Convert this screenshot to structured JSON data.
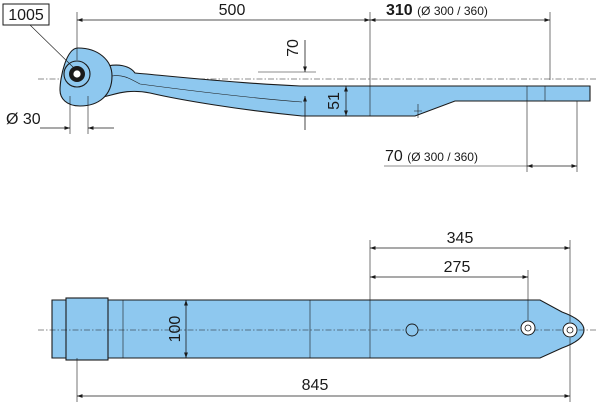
{
  "part_number": "1005",
  "side_view": {
    "length_main": "500",
    "length_rear": "310",
    "length_rear_note": "(Ø 300 / 360)",
    "vertical_70": "70",
    "thickness": "51",
    "eye_diameter": "Ø 30",
    "tail_offset": "70",
    "tail_offset_note": "(Ø 300 / 360)"
  },
  "top_view": {
    "hole_span_outer": "345",
    "hole_span_inner": "275",
    "width": "100",
    "total_length": "845"
  },
  "colors": {
    "part_fill": "#8ec8ef",
    "line": "#1a1a1a",
    "background": "#ffffff"
  }
}
